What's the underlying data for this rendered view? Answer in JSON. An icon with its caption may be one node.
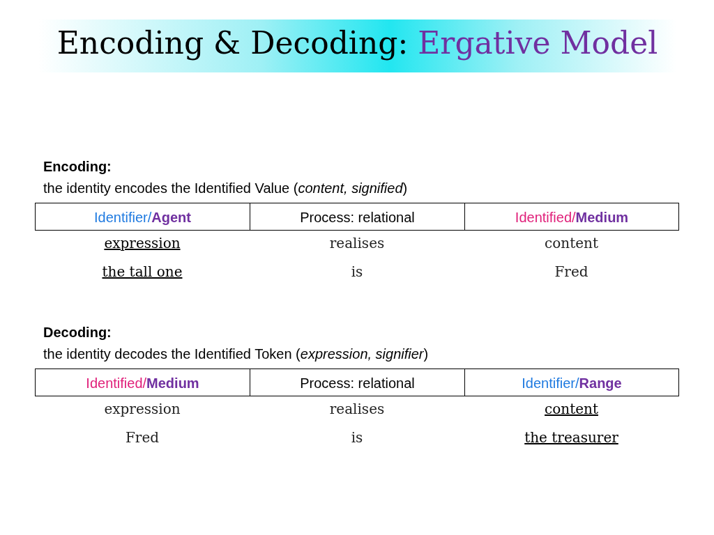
{
  "diagram": {
    "title": "Encoding & Decoding: Ergative Model",
    "labels": [
      "Encoding:",
      "the identity encodes the Identified Value (*content, signified*)",
      "Identifier/**Agent**",
      "Process: relational",
      "Identified/**Medium**",
      "expression",
      "realises",
      "content",
      "the tall one",
      "is",
      "Fred",
      "Decoding:",
      "the identity decodes the Identified Token (*expression, signifier*)",
      "Identified/**Medium**",
      "Process: relational",
      "Identifier/**Range**",
      "expression",
      "realises",
      "content",
      "Fred",
      "is",
      "the treasurer"
    ]
  }
}
